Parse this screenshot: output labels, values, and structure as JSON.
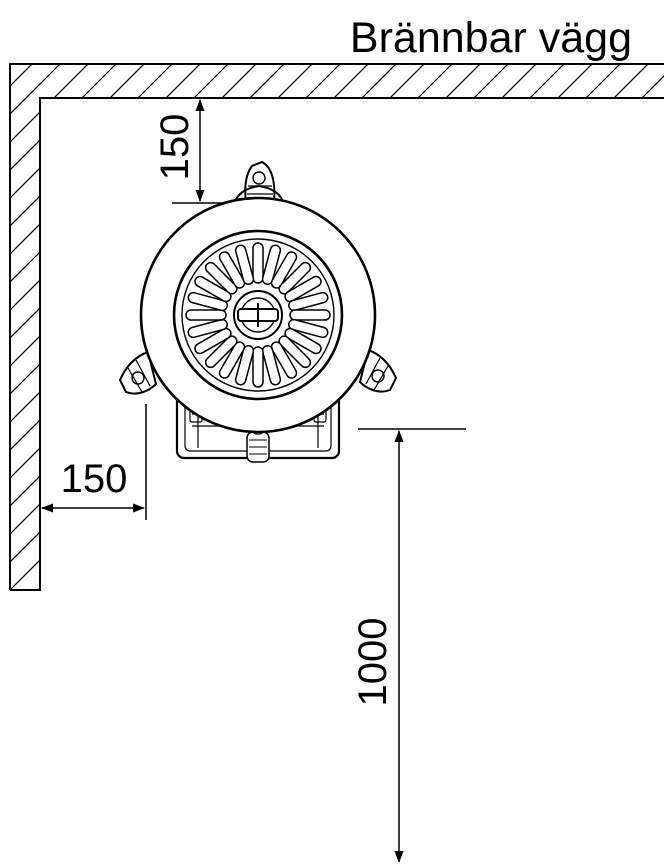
{
  "diagram": {
    "title": "Brännbar vägg",
    "dimensions": {
      "top_clearance": "150",
      "side_clearance": "150",
      "front_clearance": "1000"
    },
    "colors": {
      "line": "#000000",
      "background": "#ffffff"
    }
  }
}
